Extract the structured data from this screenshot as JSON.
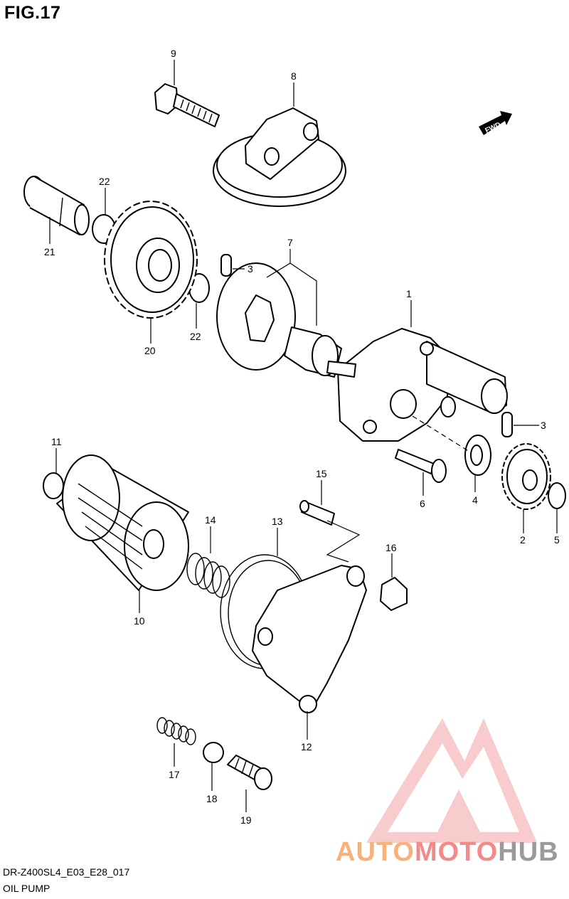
{
  "figure_title": "FIG.17",
  "callouts": [
    "1",
    "2",
    "3",
    "3",
    "4",
    "5",
    "6",
    "7",
    "8",
    "9",
    "10",
    "11",
    "12",
    "13",
    "14",
    "15",
    "16",
    "17",
    "18",
    "19",
    "20",
    "21",
    "22",
    "22"
  ],
  "fwd_label": "FWD",
  "footer": {
    "code": "DR-Z400SL4_E03_E28_017",
    "name": "OIL PUMP"
  },
  "watermark": {
    "part1": "AUTO",
    "part2": "MOTO",
    "part3": "HUB"
  }
}
